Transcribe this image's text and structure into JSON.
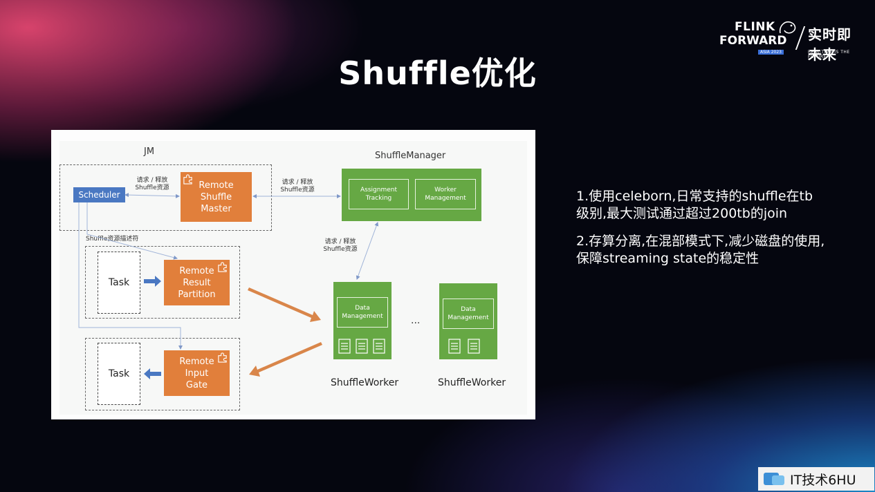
{
  "slide": {
    "title": "Shuffle优化",
    "bullets": [
      "1.使用celeborn,日常支持的shuffle在tb级别,最大测试通过超过200tb的join",
      "2.存算分离,在混部模式下,减少磁盘的使用,保障streaming state的稳定性"
    ]
  },
  "logo": {
    "line1": "FLINK",
    "line2": "FORWARD",
    "badge": "ASIA 2023",
    "cn": "实时即未来",
    "tagline": "REAL-TIME IS THE FUTURE"
  },
  "watermark": {
    "text": "IT技术6HU"
  },
  "diagram": {
    "jm_label": "JM",
    "shuffle_manager_label": "ShuffleManager",
    "scheduler": "Scheduler",
    "req_release_1": "请求 / 释放",
    "shuffle_res_1": "Shuffle资源",
    "req_release_2": "请求 / 释放",
    "shuffle_res_2": "Shuffle资源",
    "req_release_3": "请求 / 释放",
    "shuffle_res_3": "Shuffle资源",
    "remote_shuffle_master": "Remote\nShuffle\nMaster",
    "assignment_tracking": "Assignment\nTracking",
    "worker_management": "Worker\nManagement",
    "descriptor_label": "Shuffle资源描述符",
    "task_1": "Task",
    "task_2": "Task",
    "remote_result_partition": "Remote\nResult\nPartition",
    "remote_input_gate": "Remote\nInput\nGate",
    "data_management_1": "Data\nManagement",
    "data_management_2": "Data\nManagement",
    "ellipsis": "...",
    "shuffle_worker_1": "ShuffleWorker",
    "shuffle_worker_2": "ShuffleWorker"
  },
  "colors": {
    "orange": "#e17f3b",
    "green": "#66a844",
    "blue": "#4a78c2",
    "arrow_orange": "#d9864a"
  }
}
